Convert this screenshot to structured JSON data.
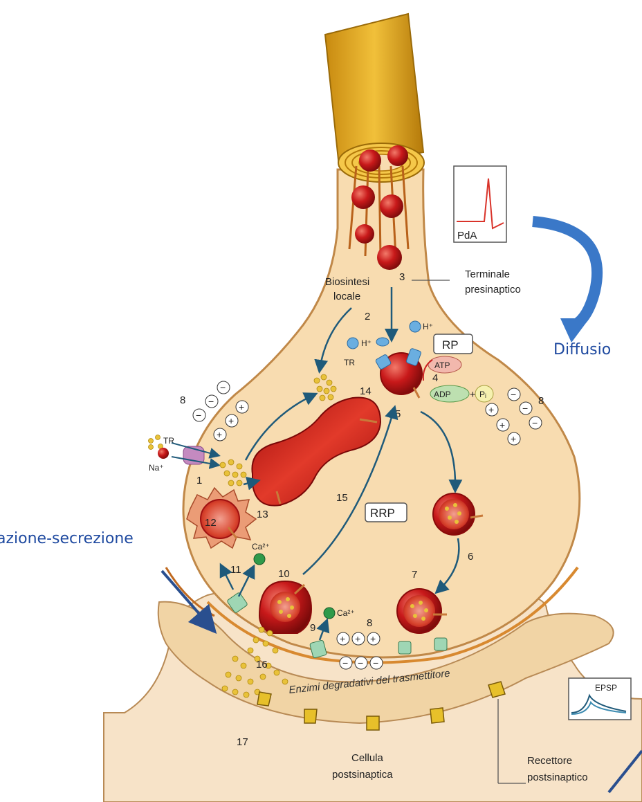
{
  "diagram": {
    "pda_label": "PdA",
    "epsp_label": "EPSP",
    "terminale": [
      "Terminale",
      "presinaptico"
    ],
    "biosintesi": [
      "Biosintesi",
      "locale"
    ],
    "rp_label": "RP",
    "rrp_label": "RRP",
    "tr": "TR",
    "na": "Na⁺",
    "h": "H⁺",
    "ca": "Ca²⁺",
    "atp": "ATP",
    "adp": "ADP",
    "pi": "Pᵢ",
    "plus": "+",
    "enzimi": "Enzimi degradativi del trasmettitore",
    "cellula": [
      "Cellula",
      "postsinaptica"
    ],
    "recettore": [
      "Recettore",
      "postsinaptico"
    ],
    "overlay_left": "azione-secrezione",
    "overlay_right": "Diffusio",
    "numbers": [
      "1",
      "2",
      "3",
      "4",
      "5",
      "6",
      "7",
      "8",
      "9",
      "10",
      "11",
      "12",
      "13",
      "14",
      "15",
      "16",
      "17"
    ],
    "colors": {
      "terminal_fill": "#f8dcb0",
      "terminal_edge": "#c08848",
      "axon_gold": "#e6a417",
      "vesicle_red": "#c8191a",
      "blue_arrow": "#1f5a7a",
      "overlay_blue": "#1f4aa0",
      "cleft_fill": "#f5dcb8",
      "receptor_yellow": "#e7c02a"
    }
  }
}
